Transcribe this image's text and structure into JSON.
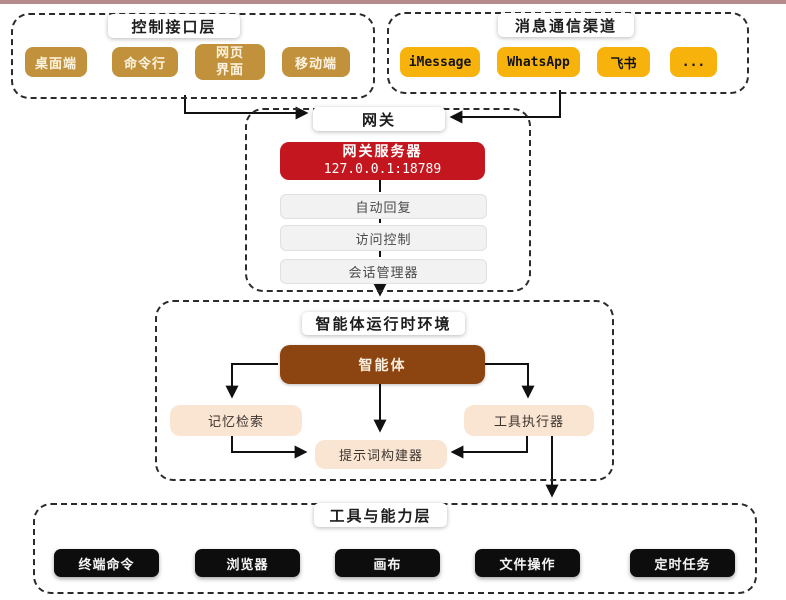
{
  "colors": {
    "top_bar": "#b58a8a",
    "gold_box": "#c2913b",
    "yellow_box": "#f7b30c",
    "red_box": "#c4161e",
    "brown_box": "#8c4511",
    "peach_box": "#fae5d3",
    "black_box": "#0d0d0d",
    "dashed_border": "#2b2b2b"
  },
  "layers": {
    "control": {
      "title": "控制接口层",
      "items": [
        "桌面端",
        "命令行",
        "网页界面",
        "移动端"
      ]
    },
    "messaging": {
      "title": "消息通信渠道",
      "items": [
        "iMessage",
        "WhatsApp",
        "飞书",
        "..."
      ]
    },
    "gateway": {
      "title": "网关",
      "server_name": "网关服务器",
      "server_address": "127.0.0.1:18789",
      "modules": [
        "自动回复",
        "访问控制",
        "会话管理器"
      ]
    },
    "runtime": {
      "title": "智能体运行时环境",
      "agent": "智能体",
      "memory": "记忆检索",
      "prompt_builder": "提示词构建器",
      "tool_executor": "工具执行器"
    },
    "tools": {
      "title": "工具与能力层",
      "items": [
        "终端命令",
        "浏览器",
        "画布",
        "文件操作",
        "定时任务"
      ]
    }
  }
}
